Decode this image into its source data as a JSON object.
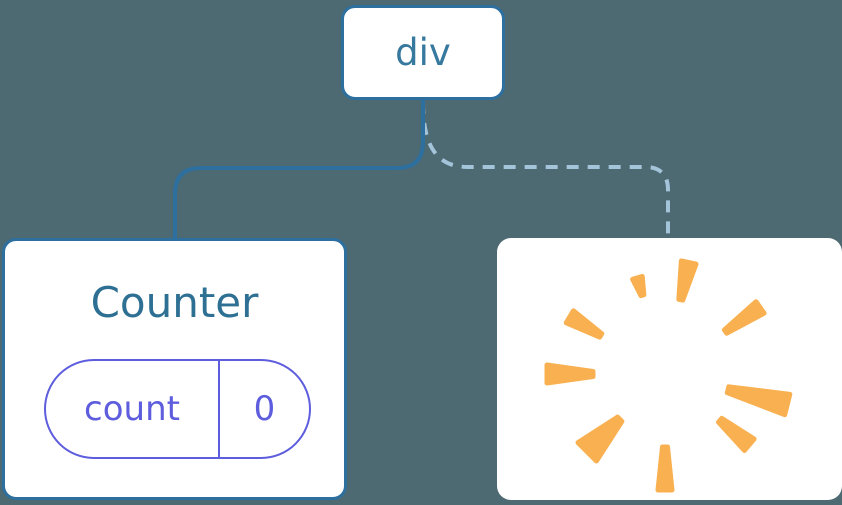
{
  "colors": {
    "background": "#4D6972",
    "node_fill": "#FFFFFF",
    "node_border": "#2D6F9E",
    "edge_solid": "#2D6F9E",
    "edge_dashed": "#A4C4DA",
    "root_label_text": "#37789F",
    "counter_title_text": "#2E7093",
    "state_pill": "#5D5DDE",
    "poof": "#F9B050"
  },
  "nodes": {
    "root": {
      "label": "div"
    },
    "counter": {
      "title": "Counter",
      "state": {
        "key": "count",
        "value": "0"
      }
    },
    "removed": {
      "icon": "poof-icon"
    }
  }
}
